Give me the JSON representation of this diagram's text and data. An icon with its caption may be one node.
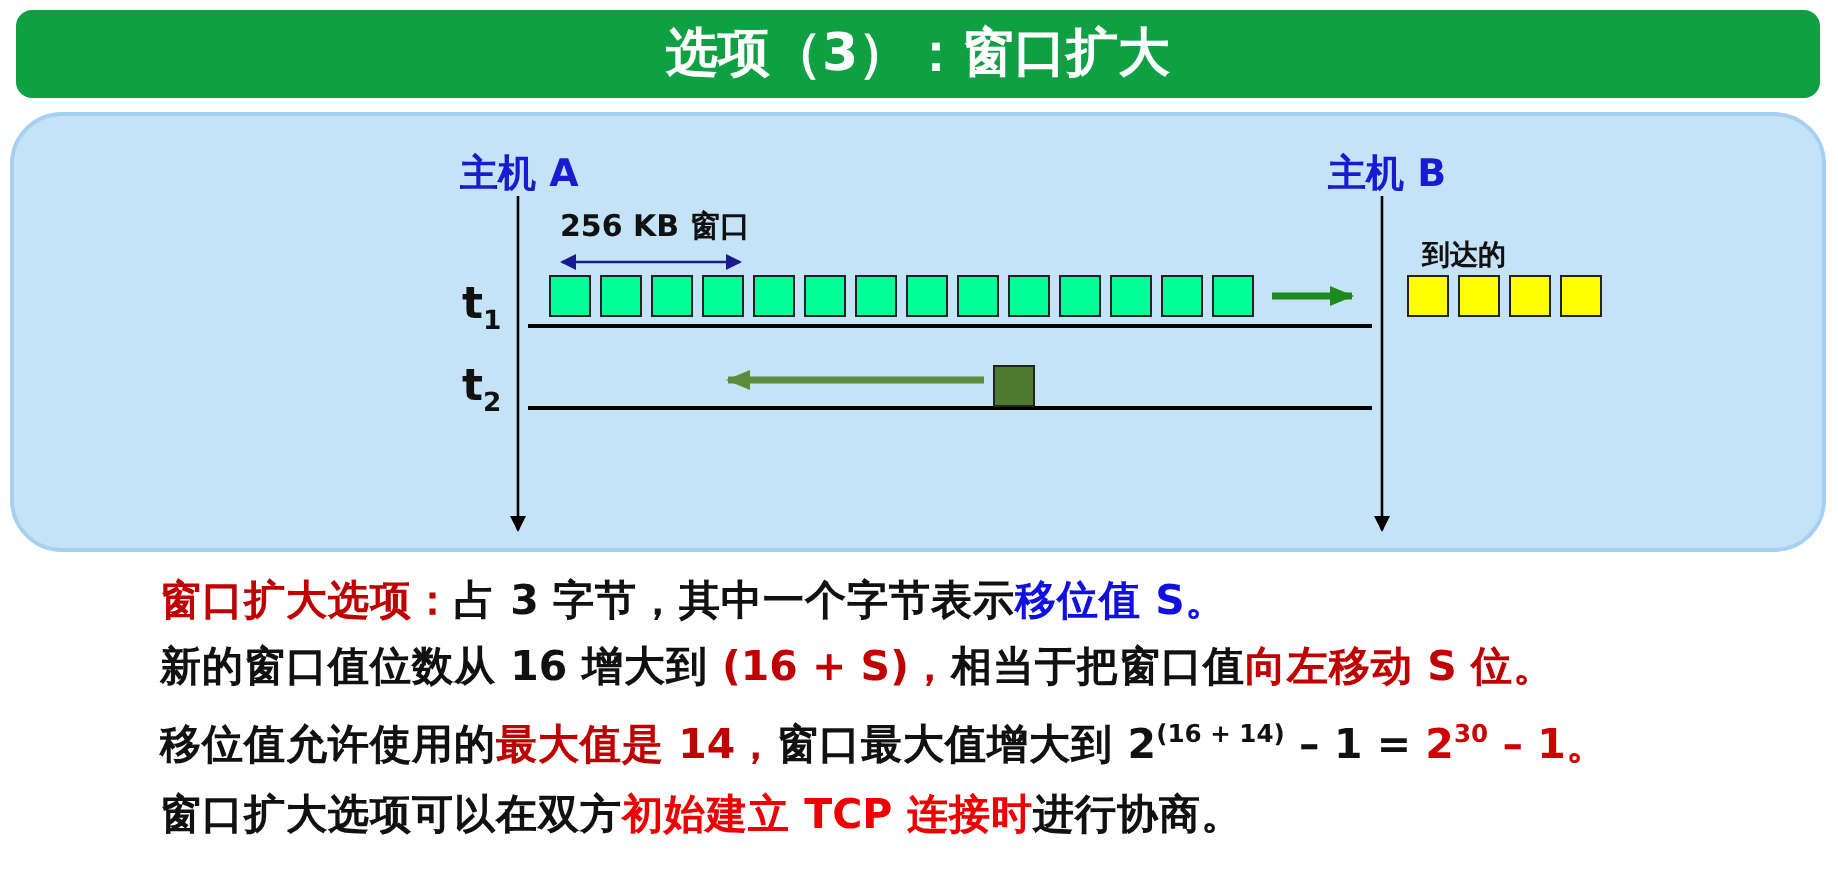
{
  "diagram": {
    "title": "选项（3）：窗口扩大",
    "nodes": [
      {
        "text": [],
        "shape": "box"
      },
      {
        "text": [
          "主机 A"
        ],
        "in": 0
      },
      {
        "text": [
          "主机 B"
        ],
        "in": 0
      }
    ],
    "edges": [
      {
        "from": 1,
        "to": null,
        "arrow": "to"
      },
      {
        "from": 2,
        "to": null,
        "arrow": "to"
      }
    ],
    "labels": [
      "256 KB 窗口",
      "到达的",
      "t$_{1}$",
      "t$_{2}$",
      "**窗口扩大选项：**占 3 字节，其中一个字节表示**移位值 S。**",
      "新的窗口值位数从 16 增大到 **(16 + S)，**相当于把窗口值**向左移动 S 位。**",
      "移位值允许使用的**最大值是 14，**窗口最大值增大到 2$^{(16 + 14)}$ – 1 = **2$^{30}$ – 1。**",
      "窗口扩大选项可以在双方**初始建立 TCP 连接时**进行协商。"
    ]
  }
}
